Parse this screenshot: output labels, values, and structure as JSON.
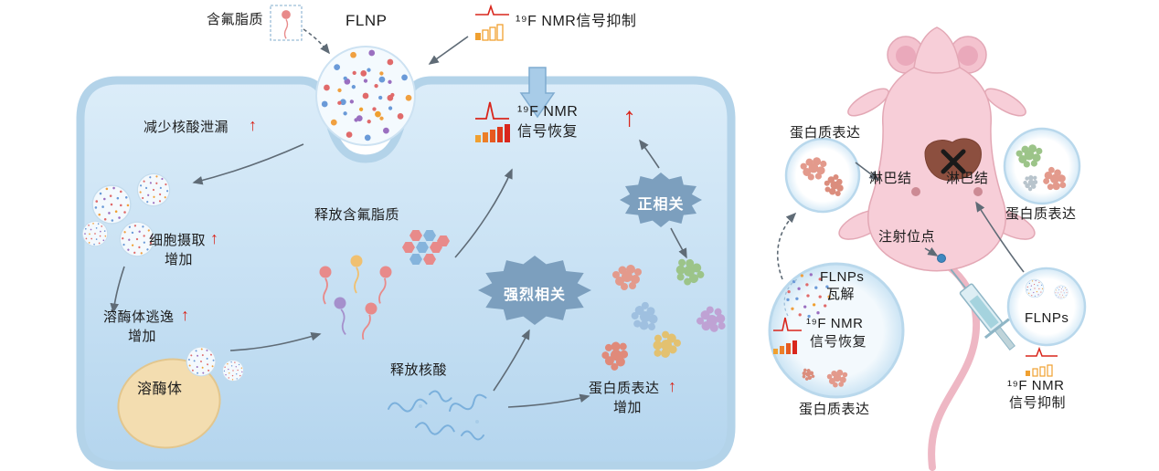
{
  "symbols": {
    "up_arrow": "↑"
  },
  "colors": {
    "accent_red": "#d9261c",
    "bar_orange": "#f0a030",
    "cell_blue": "#cfe4f5",
    "membrane_blue": "#b3d3e9",
    "starburst_blue": "#7c9fbe",
    "lysosome_yellow": "#f3ddb0",
    "mouse_pink": "#f7ced8",
    "arrow_gray": "#5f6b76"
  },
  "cell_panel": {
    "fluorolipid": "含氟脂质",
    "flnp": "FLNP",
    "nmr_suppression": "¹⁹F NMR信号抑制",
    "reduce_leakage": "减少核酸泄漏",
    "nmr_label": "¹⁹F NMR",
    "signal_recovery": "信号恢复",
    "positive_correlation": "正相关",
    "cell_uptake": "细胞摄取",
    "increase": "增加",
    "release_fluorolipid": "释放含氟脂质",
    "strong_correlation": "强烈相关",
    "lysosome_escape": "溶酶体逃逸",
    "lysosome": "溶酶体",
    "release_nucleic_acid": "释放核酸",
    "protein_expression": "蛋白质表达"
  },
  "mouse_panel": {
    "protein_expression_left": "蛋白质表达",
    "lymph_node_left": "淋巴结",
    "lymph_node_right": "淋巴结",
    "protein_expression_right": "蛋白质表达",
    "injection_site": "注射位点",
    "flnps_disintegrate_line1": "FLNPs",
    "flnps_disintegrate_line2": "瓦解",
    "nmr_label": "¹⁹F NMR",
    "signal_recovery": "信号恢复",
    "protein_expression_bottom": "蛋白质表达",
    "flnps": "FLNPs",
    "nmr_label2": "¹⁹F NMR",
    "signal_suppression": "信号抑制"
  }
}
